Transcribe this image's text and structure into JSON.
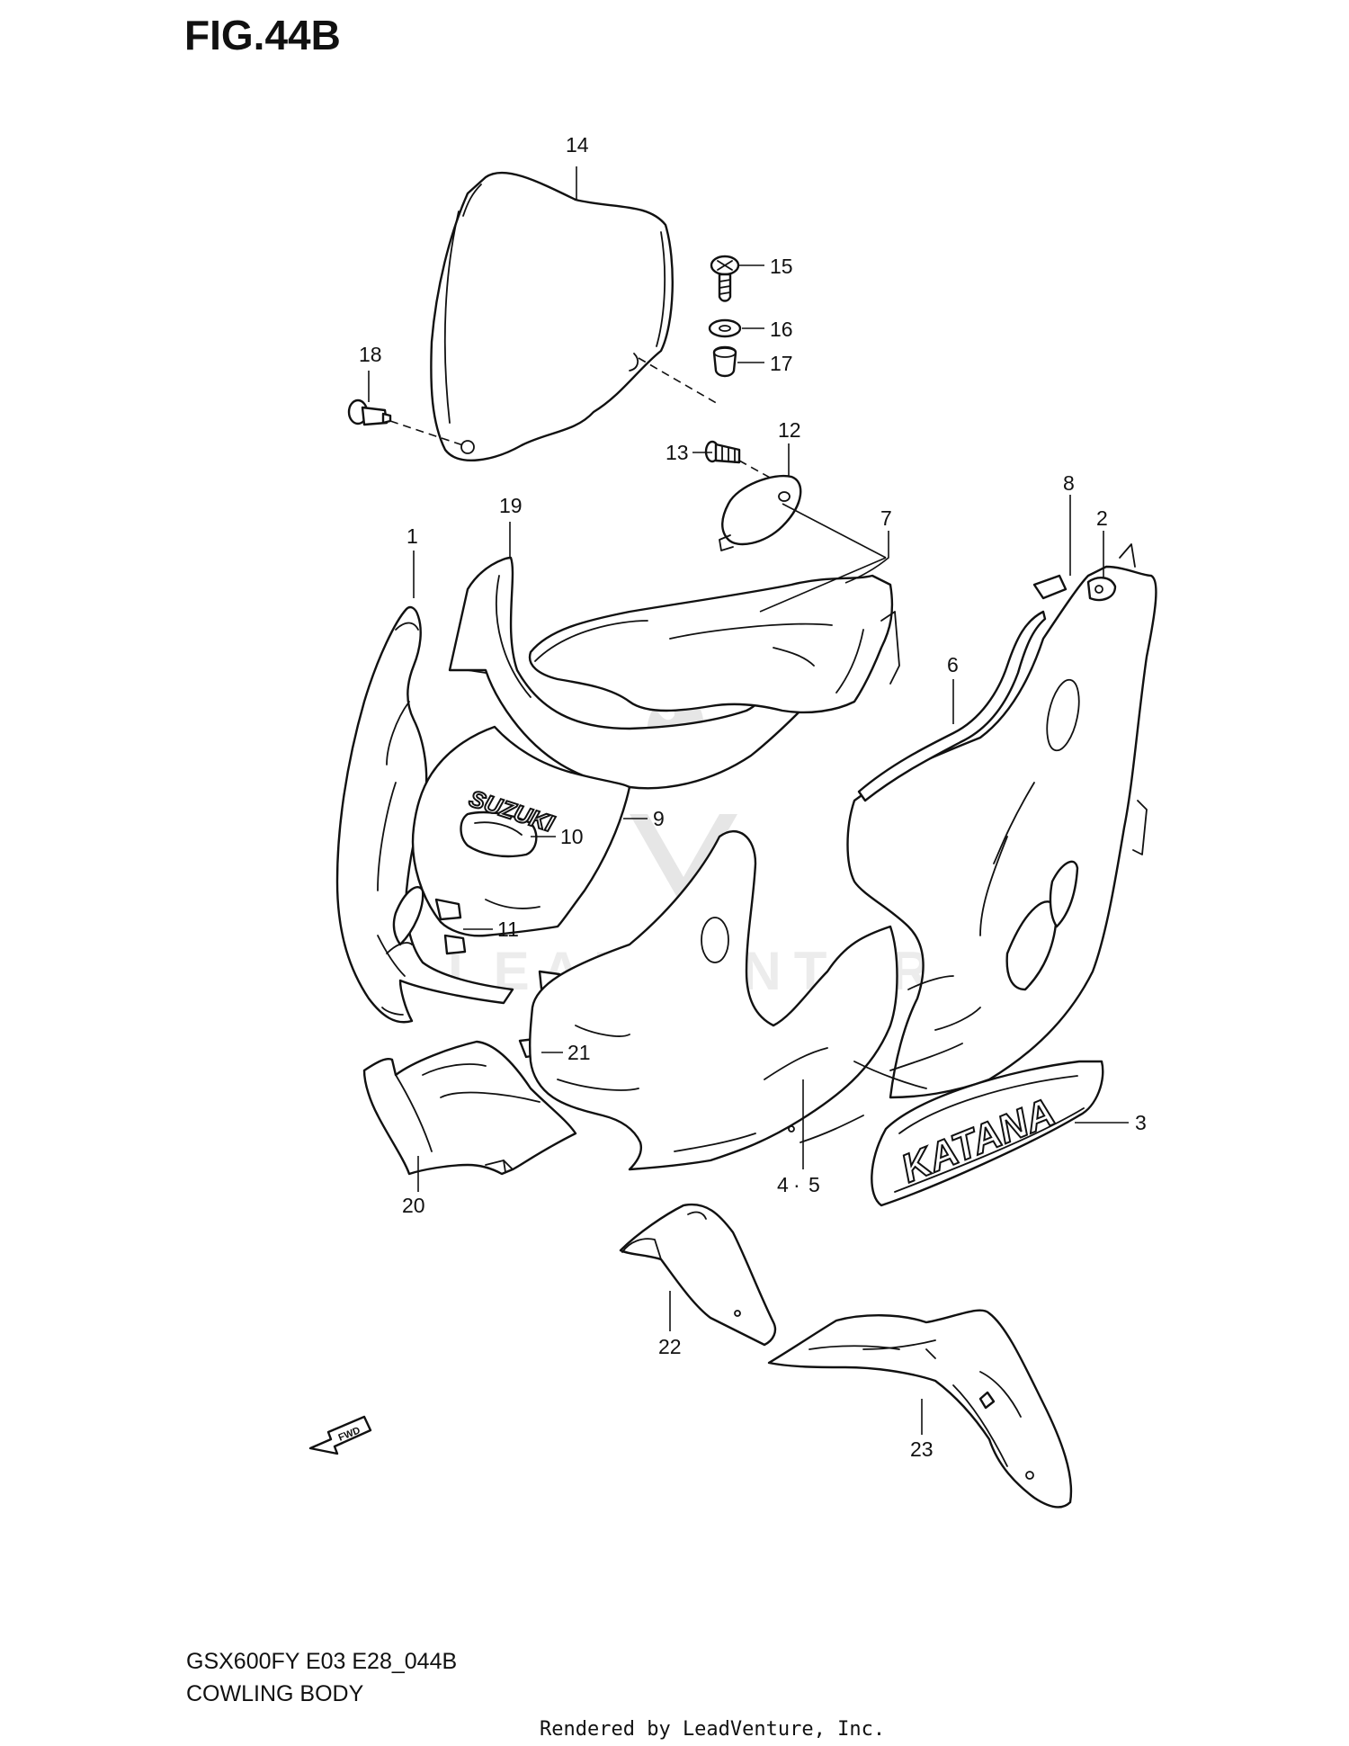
{
  "figure": {
    "title": "FIG.44B",
    "model_code": "GSX600FY E03 E28_044B",
    "section_name": "COWLING BODY",
    "rendered_by": "Rendered by LeadVenture, Inc."
  },
  "decals": {
    "suzuki": "SUZUKI",
    "katana": "KATANA",
    "fwd": "FWD"
  },
  "watermark": "LEADVENTURE",
  "callouts": [
    {
      "id": "c1",
      "label": "1"
    },
    {
      "id": "c2",
      "label": "2"
    },
    {
      "id": "c3",
      "label": "3"
    },
    {
      "id": "c4",
      "label": "4"
    },
    {
      "id": "c5",
      "label": "5"
    },
    {
      "id": "c6",
      "label": "6"
    },
    {
      "id": "c7",
      "label": "7"
    },
    {
      "id": "c8",
      "label": "8"
    },
    {
      "id": "c9",
      "label": "9"
    },
    {
      "id": "c10",
      "label": "10"
    },
    {
      "id": "c11",
      "label": "11"
    },
    {
      "id": "c12",
      "label": "12"
    },
    {
      "id": "c13",
      "label": "13"
    },
    {
      "id": "c14",
      "label": "14"
    },
    {
      "id": "c15",
      "label": "15"
    },
    {
      "id": "c16",
      "label": "16"
    },
    {
      "id": "c17",
      "label": "17"
    },
    {
      "id": "c18",
      "label": "18"
    },
    {
      "id": "c19",
      "label": "19"
    },
    {
      "id": "c20",
      "label": "20"
    },
    {
      "id": "c21",
      "label": "21"
    },
    {
      "id": "c22",
      "label": "22"
    },
    {
      "id": "c23",
      "label": "23"
    },
    {
      "id": "c45dot",
      "label": "·"
    }
  ]
}
